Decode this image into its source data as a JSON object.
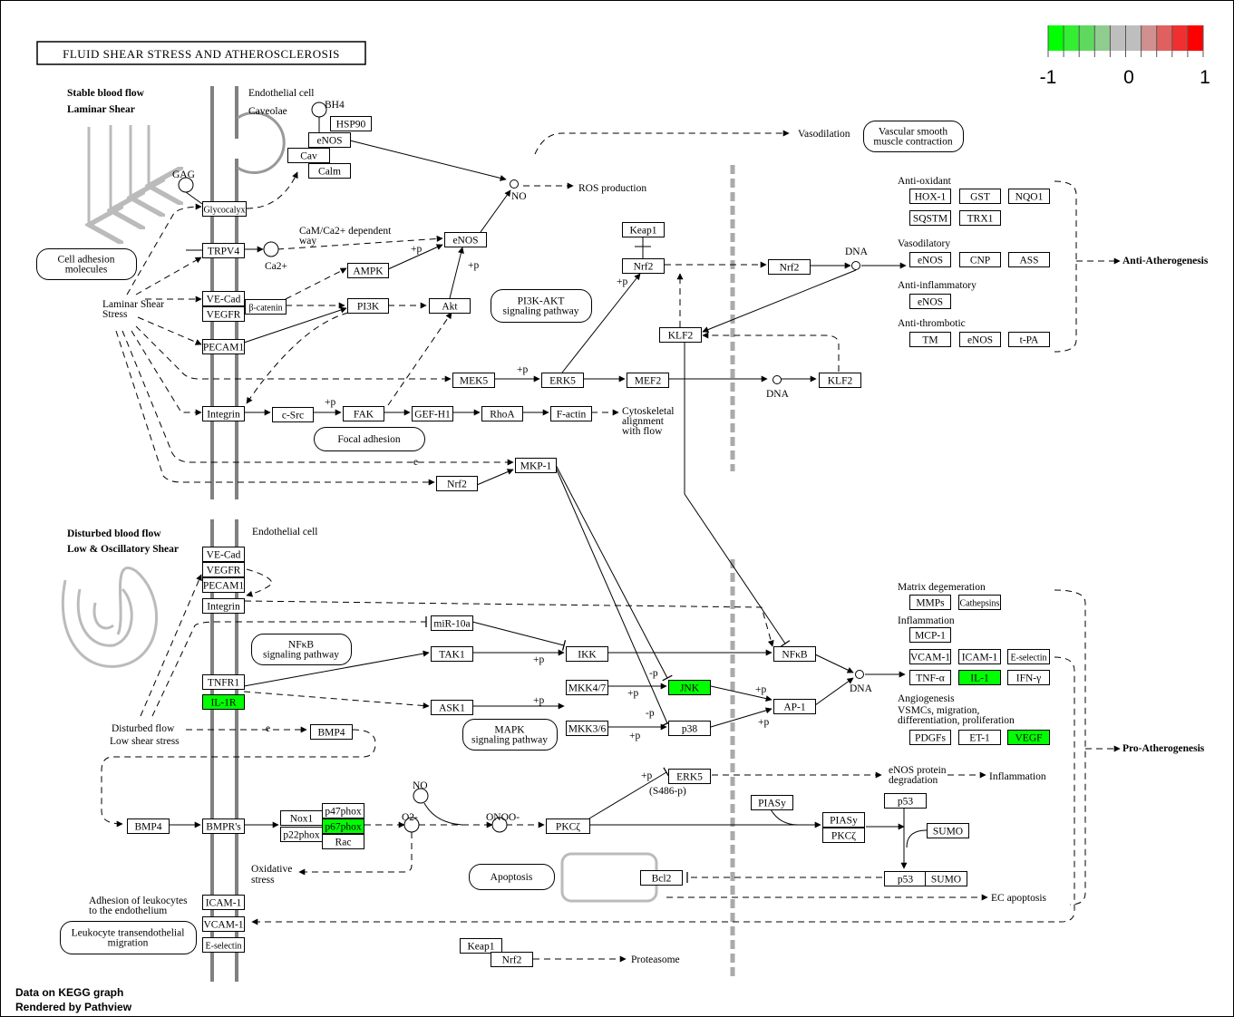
{
  "title": "FLUID SHEAR STRESS AND ATHEROSCLEROSIS",
  "legend": {
    "min_label": "-1",
    "mid_label": "0",
    "max_label": "1",
    "colors": [
      "#00ff00",
      "#33ee33",
      "#5fd85f",
      "#90cc90",
      "#bebebe",
      "#bebebe",
      "#d09090",
      "#e06060",
      "#f03030",
      "#ff0000"
    ]
  },
  "footer": {
    "line1": "Data on KEGG graph",
    "line2": "Rendered by Pathview"
  },
  "highlight_color": "#00ff00",
  "nodes": [
    {
      "label": "Glycocalyx"
    },
    {
      "label": "HSP90"
    },
    {
      "label": "eNOS"
    },
    {
      "label": "Cav"
    },
    {
      "label": "Calm"
    },
    {
      "label": "TRPV4"
    },
    {
      "label": "eNOS"
    },
    {
      "label": "AMPK"
    },
    {
      "label": "VE-Cad"
    },
    {
      "label": "VEGFR"
    },
    {
      "label": "β-catenin"
    },
    {
      "label": "PI3K"
    },
    {
      "label": "Akt"
    },
    {
      "label": "PECAM1"
    },
    {
      "label": "MEK5"
    },
    {
      "label": "ERK5"
    },
    {
      "label": "MEF2"
    },
    {
      "label": "KLF2"
    },
    {
      "label": "KLF2"
    },
    {
      "label": "Keap1"
    },
    {
      "label": "Nrf2"
    },
    {
      "label": "Nrf2"
    },
    {
      "label": "Integrin"
    },
    {
      "label": "c-Src"
    },
    {
      "label": "FAK"
    },
    {
      "label": "GEF-H1"
    },
    {
      "label": "RhoA"
    },
    {
      "label": "F-actin"
    },
    {
      "label": "MKP-1"
    },
    {
      "label": "Nrf2"
    },
    {
      "label": "HOX-1"
    },
    {
      "label": "GST"
    },
    {
      "label": "NQO1"
    },
    {
      "label": "SQSTM"
    },
    {
      "label": "TRX1"
    },
    {
      "label": "eNOS"
    },
    {
      "label": "CNP"
    },
    {
      "label": "ASS"
    },
    {
      "label": "eNOS"
    },
    {
      "label": "TM"
    },
    {
      "label": "eNOS"
    },
    {
      "label": "t-PA"
    },
    {
      "label": "VE-Cad"
    },
    {
      "label": "VEGFR"
    },
    {
      "label": "PECAM1"
    },
    {
      "label": "Integrin"
    },
    {
      "label": "TNFR1"
    },
    {
      "label": "IL-1R",
      "highlighted": true
    },
    {
      "label": "miR-10a"
    },
    {
      "label": "TAK1"
    },
    {
      "label": "IKK"
    },
    {
      "label": "NFκB"
    },
    {
      "label": "MKK4/7"
    },
    {
      "label": "JNK",
      "highlighted": true
    },
    {
      "label": "AP-1"
    },
    {
      "label": "ASK1"
    },
    {
      "label": "MKK3/6"
    },
    {
      "label": "p38"
    },
    {
      "label": "BMP4"
    },
    {
      "label": "BMP4"
    },
    {
      "label": "BMPR's"
    },
    {
      "label": "Nox1"
    },
    {
      "label": "p22phox"
    },
    {
      "label": "p47phox"
    },
    {
      "label": "p67phox",
      "highlighted": true
    },
    {
      "label": "Rac"
    },
    {
      "label": "PKCζ"
    },
    {
      "label": "ERK5"
    },
    {
      "label": "PIASy"
    },
    {
      "label": "PIASy"
    },
    {
      "label": "PKCζ"
    },
    {
      "label": "p53"
    },
    {
      "label": "SUMO"
    },
    {
      "label": "p53"
    },
    {
      "label": "SUMO"
    },
    {
      "label": "Bcl2"
    },
    {
      "label": "ICAM-1"
    },
    {
      "label": "VCAM-1"
    },
    {
      "label": "E-selectin"
    },
    {
      "label": "Keap1"
    },
    {
      "label": "Nrf2"
    },
    {
      "label": "MMPs"
    },
    {
      "label": "Cathepsins"
    },
    {
      "label": "MCP-1"
    },
    {
      "label": "VCAM-1"
    },
    {
      "label": "ICAM-1"
    },
    {
      "label": "E-selectin"
    },
    {
      "label": "TNF-α"
    },
    {
      "label": "IL-1",
      "highlighted": true
    },
    {
      "label": "IFN-γ"
    },
    {
      "label": "PDGFs"
    },
    {
      "label": "ET-1"
    },
    {
      "label": "VEGF",
      "highlighted": true
    }
  ],
  "pathway_maps": [
    {
      "lines": [
        "Cell adhesion",
        "molecules"
      ]
    },
    {
      "lines": [
        "PI3K-AKT",
        "signaling pathway"
      ]
    },
    {
      "lines": [
        "Focal adhesion"
      ]
    },
    {
      "lines": [
        "NFκB",
        "signaling pathway"
      ]
    },
    {
      "lines": [
        "MAPK",
        "signaling pathway"
      ]
    },
    {
      "lines": [
        "Apoptosis"
      ]
    },
    {
      "lines": [
        "Leukocyte transendothelial",
        "migration"
      ]
    },
    {
      "lines": [
        "Vascular smooth",
        "muscle contraction"
      ]
    }
  ],
  "labels": [
    "Stable blood flow",
    "Laminar Shear",
    "Endothelial cell",
    "Caveolae",
    "BH4",
    "GAG",
    "CaM/Ca2+ dependent",
    "way",
    "Ca2+",
    "Laminar Shear",
    "Stress",
    "NO",
    "ROS production",
    "Vasodilation",
    "+p",
    "+p",
    "+p",
    "+p",
    "+p",
    "DNA",
    "DNA",
    "DNA",
    "Anti-oxidant",
    "Vasodilatory",
    "Anti-inflammatory",
    "Anti-thrombotic",
    "Anti-Atherogenesis",
    "Cytoskeletal",
    "alignment",
    "with flow",
    "e",
    "Disturbed blood flow",
    "Low & Oscillatory Shear",
    "Endothelial cell",
    "Disturbed flow",
    "Low shear stress",
    "e",
    "+p",
    "-p",
    "+p",
    "+p",
    "-p",
    "+p",
    "+p",
    "+p",
    "Matrix degemeration",
    "Inflammation",
    "Angiogenesis",
    "VSMCs, migration,",
    "differentiation, proliferation",
    "Pro-Atherogenesis",
    "NO",
    "O2-",
    "ONOO-",
    "+p",
    "(S486-p)",
    "eNOS protein",
    "degradation",
    "Inflammation",
    "Oxidative",
    "stress",
    "EC apoptosis",
    "Adhesion of leukocytes",
    "to the endothelium",
    "Proteasome"
  ]
}
